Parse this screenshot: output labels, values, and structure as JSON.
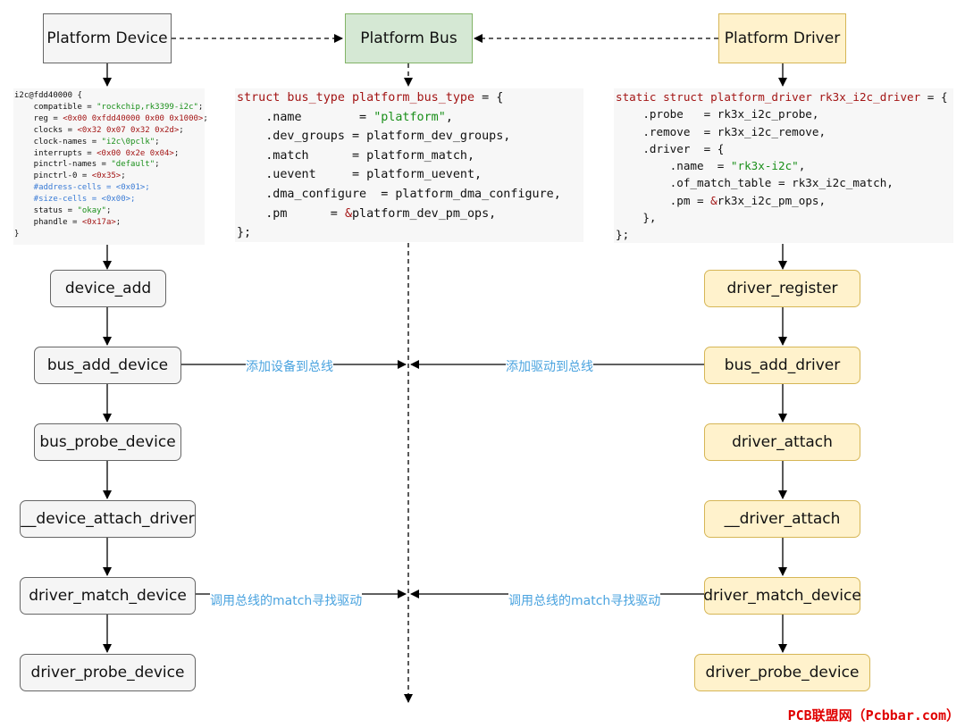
{
  "headers": {
    "device": "Platform Device",
    "bus": "Platform Bus",
    "driver": "Platform Driver"
  },
  "device_flow": [
    "device_add",
    "bus_add_device",
    "bus_probe_device",
    "__device_attach_driver",
    "driver_match_device",
    "driver_probe_device"
  ],
  "driver_flow": [
    "driver_register",
    "bus_add_driver",
    "driver_attach",
    "__driver_attach",
    "driver_match_device",
    "driver_probe_device"
  ],
  "labels": {
    "add_device": "添加设备到总线",
    "add_driver": "添加驱动到总线",
    "match_left": "调用总线的match寻找驱动",
    "match_right": "调用总线的match寻找驱动"
  },
  "dts_code": [
    [
      {
        "t": "i2c@fdd40000 {"
      }
    ],
    [
      {
        "t": "    compatible = "
      },
      {
        "t": "\"rockchip,rk3399-i2c\"",
        "c": "str"
      },
      {
        "t": ";"
      }
    ],
    [
      {
        "t": "    reg = "
      },
      {
        "t": "<0x00 0xfdd40000 0x00 0x1000>",
        "c": "lit"
      },
      {
        "t": ";"
      }
    ],
    [
      {
        "t": "    clocks = "
      },
      {
        "t": "<0x32 0x07 0x32 0x2d>",
        "c": "lit"
      },
      {
        "t": ";"
      }
    ],
    [
      {
        "t": "    clock-names = "
      },
      {
        "t": "\"i2c\\0pclk\"",
        "c": "str"
      },
      {
        "t": ";"
      }
    ],
    [
      {
        "t": "    interrupts = "
      },
      {
        "t": "<0x00 0x2e 0x04>",
        "c": "lit"
      },
      {
        "t": ";"
      }
    ],
    [
      {
        "t": "    pinctrl-names = "
      },
      {
        "t": "\"default\"",
        "c": "str"
      },
      {
        "t": ";"
      }
    ],
    [
      {
        "t": "    pinctrl-0 = "
      },
      {
        "t": "<0x35>",
        "c": "lit"
      },
      {
        "t": ";"
      }
    ],
    [
      {
        "t": "    #address-cells = <0x01>;",
        "c": "cm"
      }
    ],
    [
      {
        "t": "    #size-cells = <0x00>;",
        "c": "cm"
      }
    ],
    [
      {
        "t": "    status = "
      },
      {
        "t": "\"okay\"",
        "c": "str"
      },
      {
        "t": ";"
      }
    ],
    [
      {
        "t": "    phandle = "
      },
      {
        "t": "<0x17a>",
        "c": "lit"
      },
      {
        "t": ";"
      }
    ],
    [
      {
        "t": "}"
      }
    ]
  ],
  "bus_code": [
    [
      {
        "t": "struct bus_type platform_bus_type",
        "c": "kw"
      },
      {
        "t": " = {"
      }
    ],
    [
      {
        "t": "    .name        = "
      },
      {
        "t": "\"platform\"",
        "c": "str"
      },
      {
        "t": ","
      }
    ],
    [
      {
        "t": "    .dev_groups = platform_dev_groups,"
      }
    ],
    [
      {
        "t": "    .match      = platform_match,"
      }
    ],
    [
      {
        "t": "    .uevent     = platform_uevent,"
      }
    ],
    [
      {
        "t": "    .dma_configure  = platform_dma_configure,"
      }
    ],
    [
      {
        "t": "    .pm      = "
      },
      {
        "t": "&",
        "c": "kw"
      },
      {
        "t": "platform_dev_pm_ops,"
      }
    ],
    [
      {
        "t": "};"
      }
    ]
  ],
  "driver_code": [
    [
      {
        "t": "static struct platform_driver rk3x_i2c_driver",
        "c": "kw"
      },
      {
        "t": " = {"
      }
    ],
    [
      {
        "t": "    .probe   = rk3x_i2c_probe,"
      }
    ],
    [
      {
        "t": "    .remove  = rk3x_i2c_remove,"
      }
    ],
    [
      {
        "t": "    .driver  = {"
      }
    ],
    [
      {
        "t": "        .name  = "
      },
      {
        "t": "\"rk3x-i2c\"",
        "c": "str"
      },
      {
        "t": ","
      }
    ],
    [
      {
        "t": "        .of_match_table = rk3x_i2c_match,"
      }
    ],
    [
      {
        "t": "        .pm = "
      },
      {
        "t": "&",
        "c": "kw"
      },
      {
        "t": "rk3x_i2c_pm_ops,"
      }
    ],
    [
      {
        "t": "    },"
      }
    ],
    [
      {
        "t": "};"
      }
    ]
  ],
  "colors": {
    "device_box": "#f5f5f5",
    "bus_box": "#d5e8d4",
    "driver_box": "#fff2cc",
    "label_text": "#4aa3df",
    "keyword": "#a31515",
    "string": "#1a8f1a"
  },
  "watermark": "PCB联盟网（Pcbbar.com）"
}
